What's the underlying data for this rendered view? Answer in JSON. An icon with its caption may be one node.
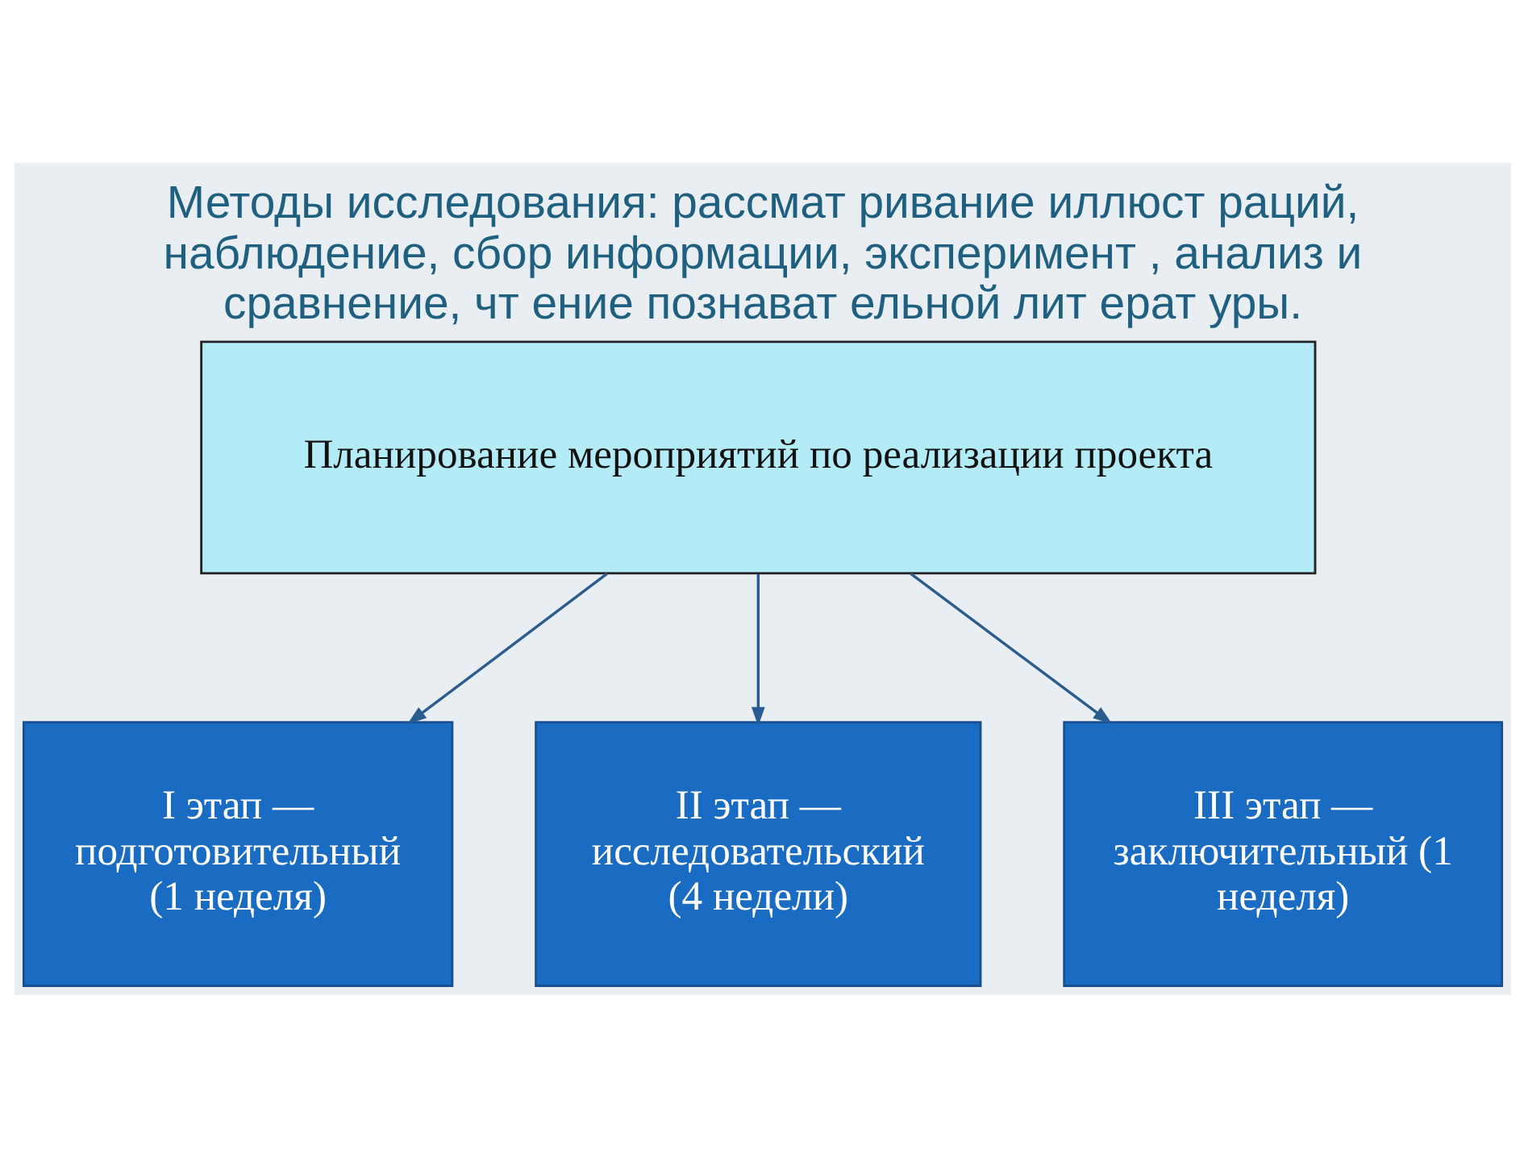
{
  "diagram": {
    "title": "Методы исследования: рассмат ривание иллюст раций, наблюдение, сбор информации, эксперимент , анализ и сравнение, чт ение познават ельной лит ерат уры.",
    "nodes": [
      {
        "text": [
          "Планирование мероприятий по реализации проекта"
        ]
      },
      {
        "text": [
          "I этап — подготовительный (1 неделя)"
        ]
      },
      {
        "text": [
          "II этап — исследовательский (4 недели)"
        ]
      },
      {
        "text": [
          "III этап — заключительный (1 неделя)"
        ]
      }
    ],
    "edges": [
      {
        "from": 0,
        "to": 1,
        "arrow": "to"
      },
      {
        "from": 0,
        "to": 2,
        "arrow": "to"
      },
      {
        "from": 0,
        "to": 3,
        "arrow": "to"
      }
    ]
  }
}
